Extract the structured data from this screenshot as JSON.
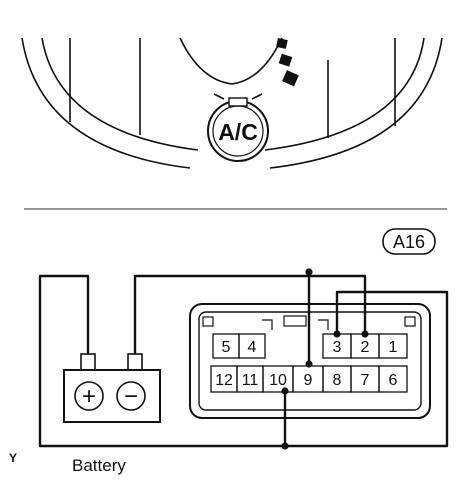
{
  "control_panel": {
    "button_label": "A/C"
  },
  "connector": {
    "id_label": "A16",
    "top_row_pins": [
      "5",
      "4",
      "3",
      "2",
      "1"
    ],
    "bottom_row_pins": [
      "12",
      "11",
      "10",
      "9",
      "8",
      "7",
      "6"
    ]
  },
  "battery": {
    "label": "Battery",
    "positive_symbol": "+",
    "negative_symbol": "−"
  },
  "side_marker": "Y"
}
